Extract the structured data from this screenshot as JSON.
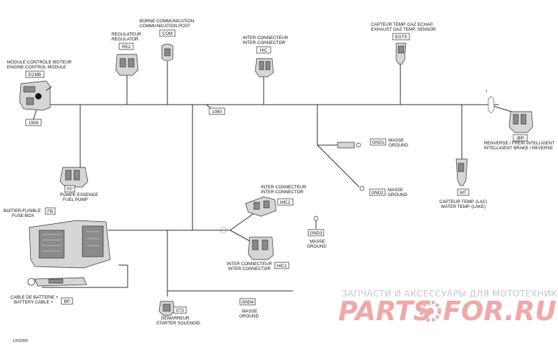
{
  "components": {
    "ecm": {
      "line1": "MODULE CONTROLE MOTEUR",
      "line2": "ENGINE CONTROL MODULE",
      "code": "ECMB"
    },
    "ecm_connector": {
      "code": "1506"
    },
    "regulator": {
      "line1": "REGULATEUR",
      "line2": "REGULATOR",
      "code": "RE2"
    },
    "com_post": {
      "line1": "BORNE COMMUNICATION",
      "line2": "COMMUNICATION POST",
      "code": "COM"
    },
    "hic": {
      "line1": "INTER CONNECTEUR",
      "line2": "INTER CONNECTOR",
      "code": "HIC"
    },
    "egts": {
      "line1": "CAPTEUR TEMP. GAZ ECHAP.",
      "line2": "EXHAUST GAZ TEMP. SENSOR",
      "code": "EGTS"
    },
    "splice": {
      "code": "1080"
    },
    "ibr": {
      "line1": "RENVERSE / FREIN INTELLIGENT",
      "line2": "INTELLIGENT BRAKE / REVERSE",
      "code": "IBR"
    },
    "gnd1": {
      "code": "GND1",
      "line1": "MASSE",
      "line2": "GROUND"
    },
    "gnd2": {
      "code": "GND2",
      "line1": "MASSE",
      "line2": "GROUND"
    },
    "gnd3": {
      "code": "GND3",
      "line1": "MASSE",
      "line2": "GROUND"
    },
    "gnd4": {
      "code": "GND4",
      "line1": "MASSE",
      "line2": "GROUND"
    },
    "fuel_pump": {
      "code": "FP",
      "line1": "POMPE ESSENCE",
      "line2": "FUEL PUMP"
    },
    "water_temp": {
      "code": "WT",
      "line1": "CAPTEUR  TEMP. (LAC)",
      "line2": "WATER TEMP. (LAKE)"
    },
    "hic2": {
      "line1": "INTER CONNECTEUR",
      "line2": "INTER CONNECTOR",
      "code": "HIC2"
    },
    "fuse_box": {
      "line1": "BOITIER-FUSIBLE",
      "line2": "FUSE-BOX",
      "code": "FB"
    },
    "hic1": {
      "line1": "INTER CONNECTEUR",
      "line2": "INTER CONNECTOR",
      "code": "HIC1"
    },
    "battery": {
      "line1": "CABLE DE BATTERIE +",
      "line2": "BATTERY CABLE +",
      "code": "BP"
    },
    "starter": {
      "code": "STS",
      "line1": "DEMARREUR",
      "line2": "STARTER SOLENOID"
    }
  },
  "drawing_number": "13S2009",
  "watermark": {
    "top": "ЗАПЧАСТИ И АКСЕССУАРЫ ДЛЯ МОТОТЕХНИКИ",
    "logo_left": "PARTS",
    "logo_right": "FOR.RU",
    "logo_color": "#f0a8a8"
  }
}
